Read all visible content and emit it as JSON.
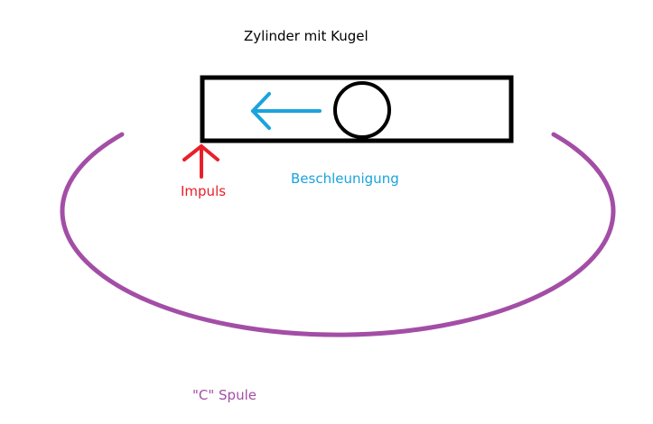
{
  "labels": {
    "title": "Zylinder mit Kugel",
    "impulse": "Impuls",
    "acceleration": "Beschleunigung",
    "coil": "\"C\" Spule"
  },
  "colors": {
    "background": "#ffffff",
    "cylinder": "#000000",
    "ball": "#000000",
    "acceleration_arrow": "#1aa3dc",
    "impulse_arrow": "#e8202a",
    "coil": "#a34ea6",
    "text_default": "#000000"
  },
  "shapes": {
    "cylinder": "rectangle",
    "ball": "circle",
    "coil": "open-ellipse-arc",
    "acceleration_arrow_direction": "left",
    "impulse_arrow_direction": "up"
  }
}
